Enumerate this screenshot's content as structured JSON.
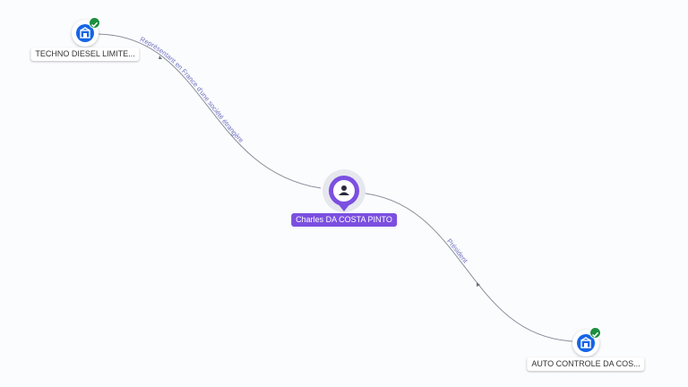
{
  "graph": {
    "person": {
      "name": "Charles DA COSTA PINTO",
      "icon": "person-icon",
      "color": "#7b4fe0"
    },
    "companies": [
      {
        "label": "TECHNO DIESEL LIMITE...",
        "icon": "building-icon",
        "verified": true
      },
      {
        "label": "AUTO CONTROLE DA COS...",
        "icon": "building-icon",
        "verified": true
      }
    ],
    "relations": [
      {
        "label": "Représentant en France d'une société étrangère"
      },
      {
        "label": "Président"
      }
    ]
  }
}
